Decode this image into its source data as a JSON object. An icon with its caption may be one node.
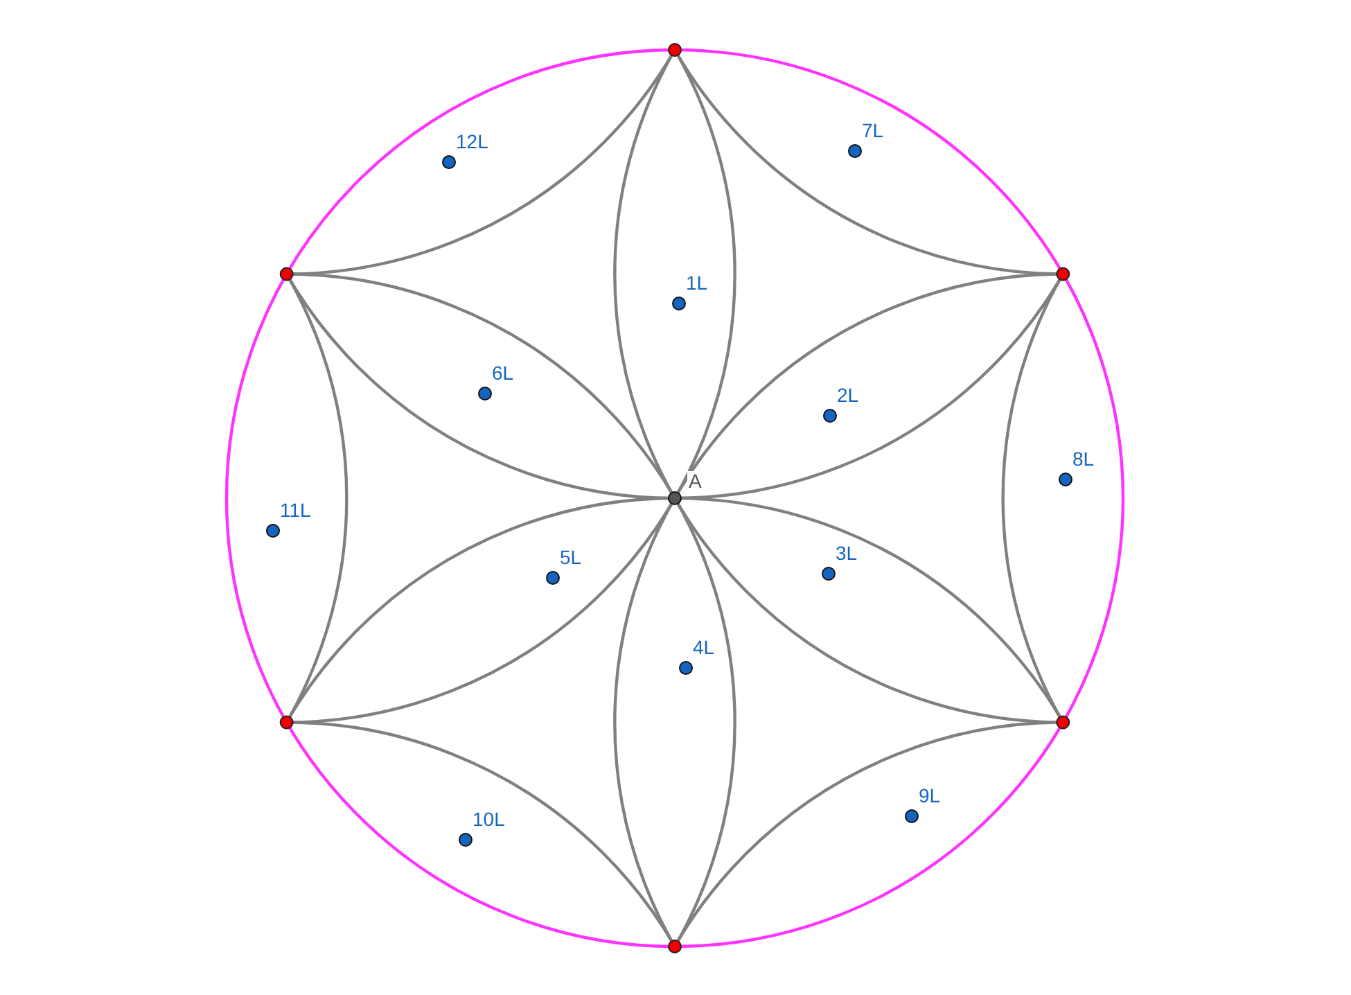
{
  "diagram": {
    "labels": [
      "7L",
      "12L",
      "1L",
      "6L",
      "2L",
      "8L",
      "A",
      "11L",
      "3L",
      "5L",
      "4L",
      "9L",
      "10L"
    ]
  }
}
